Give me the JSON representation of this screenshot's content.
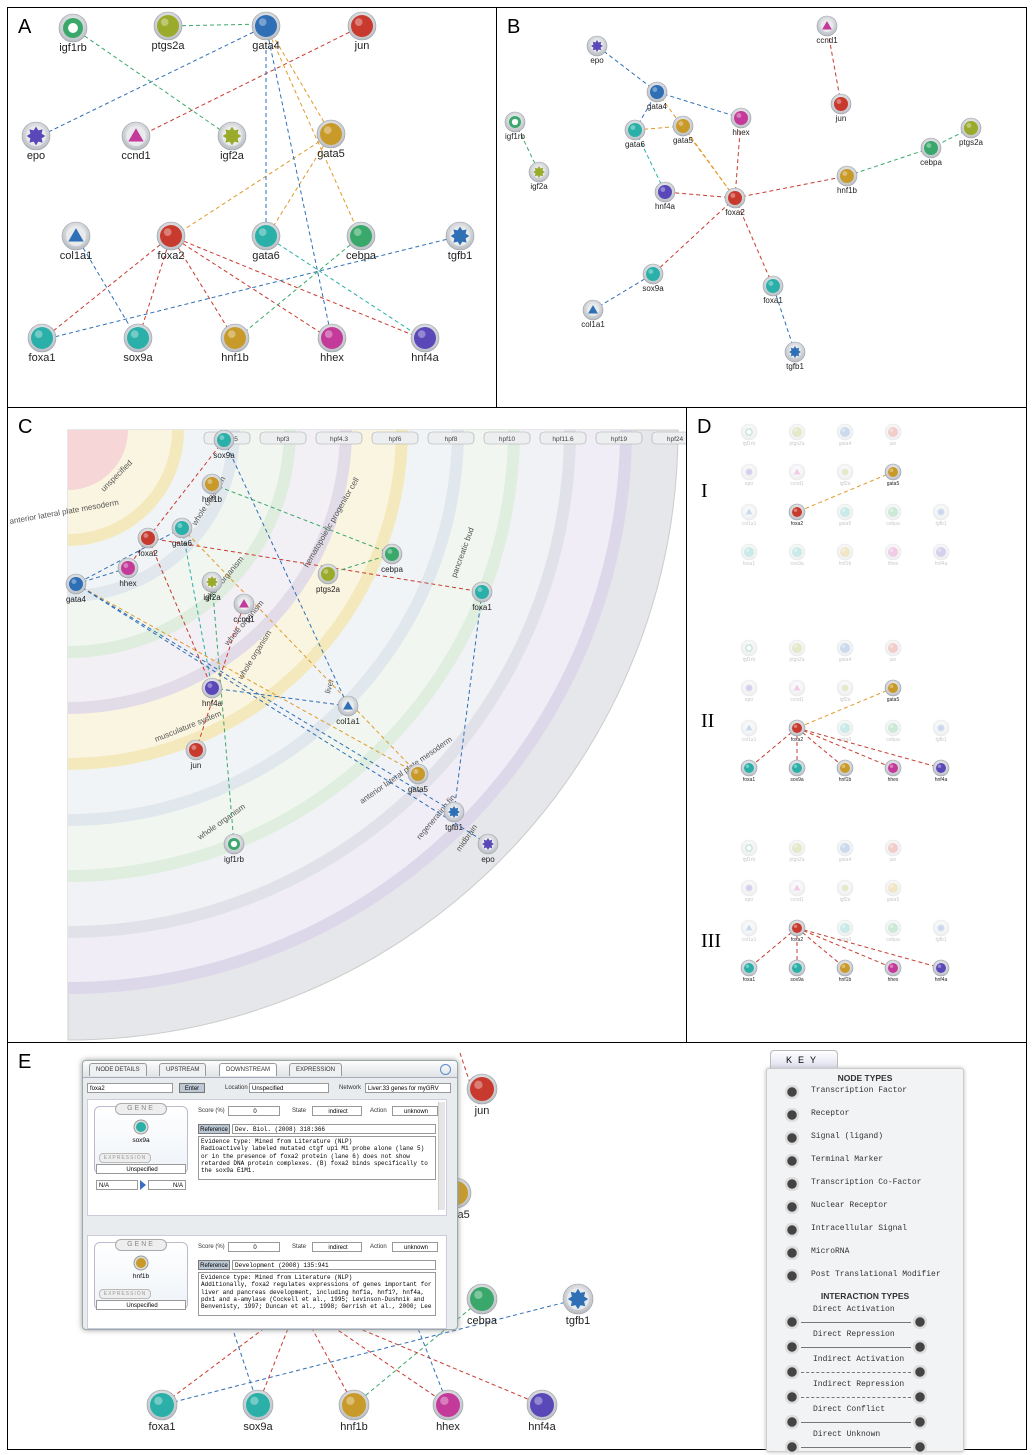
{
  "panels": {
    "a": "A",
    "b": "B",
    "c": "C",
    "d": "D",
    "e": "E"
  },
  "genes": {
    "igf1rb": "igf1rb",
    "ptgs2a": "ptgs2a",
    "gata4": "gata4",
    "jun": "jun",
    "epo": "epo",
    "ccnd1": "ccnd1",
    "igf2a": "igf2a",
    "gata5": "gata5",
    "col1a1": "col1a1",
    "foxa2": "foxa2",
    "gata6": "gata6",
    "cebpa": "cebpa",
    "tgfb1": "tgfb1",
    "foxa1": "foxa1",
    "sox9a": "sox9a",
    "hnf1b": "hnf1b",
    "hhex": "hhex",
    "hnf4a": "hnf4a"
  },
  "colors": {
    "red": "#c83a2e",
    "blue": "#2f6fb5",
    "orange": "#e09a2a",
    "teal": "#2ab0a8",
    "green": "#3aa86a",
    "purple": "#5a48b8",
    "magenta": "#c43a9a",
    "olive": "#9aaa2a",
    "gold": "#c89a2a"
  },
  "time_tabs": [
    "hpf1.25",
    "hpf3",
    "hpf4.3",
    "hpf6",
    "hpf8",
    "hpf10",
    "hpf11.6",
    "hpf19",
    "hpf24"
  ],
  "tissues": [
    "unspecified",
    "anterior lateral plate mesoderm",
    "whole organism",
    "whole organism",
    "whole organism",
    "whole organism",
    "hematopoietic progenitor cell",
    "pancreatic bud",
    "liver",
    "musculature system",
    "anterior lateral plate mesoderm",
    "regenerating fin",
    "whole organism",
    "midbrain"
  ],
  "panel_d_labels": [
    "I",
    "II",
    "III"
  ],
  "window": {
    "tabs": [
      "NODE DETAILS",
      "UPSTREAM",
      "DOWNSTREAM",
      "EXPRESSION"
    ],
    "query": "foxa2",
    "enter": "Enter",
    "location_label": "Location",
    "location": "Unspecified",
    "network_label": "Network",
    "network": "Liver:33 genes for myGRV",
    "gene_header": "GENE",
    "expression_header": "EXPRESSION",
    "score_label": "Score (%)",
    "state_label": "State",
    "action_label": "Action",
    "ref_btn": "Reference",
    "entries": [
      {
        "gene": "sox9a",
        "score": "0",
        "state": "indirect",
        "action": "unknown",
        "unspecified": "Unspecified",
        "na1": "N/A",
        "na2": "N/A",
        "reference": "Dev. Biol. (2008) 318:366",
        "evidence": "Evidence type: Mined from Literature (NLP)\nRadioactively labeled mutated ctgf up1 M1 probe alone (lane 5) or in the presence of foxa2 protein (lane 6) does not show retarded DNA protein complexes. (B) foxa2 binds specifically to the sox9a E1M1."
      },
      {
        "gene": "hnf1b",
        "score": "0",
        "state": "indirect",
        "action": "unknown",
        "unspecified": "Unspecified",
        "reference": "Development (2008) 135:941",
        "evidence": "Evidence type: Mined from Literature (NLP)\nAdditionally, foxa2 regulates expressions of genes important for liver and pancreas development, including hnf1a, hnf1?, hnf4a, pdx1 and a-amylase (Cockell et al., 1995; Levinson-Dushnik and Benvenisty, 1997; Duncan et al., 1998; Gerrish et al., 2000; Lee"
      }
    ]
  },
  "key": {
    "tab": "KEY",
    "node_types_title": "NODE TYPES",
    "node_types": [
      "Transcription Factor",
      "Receptor",
      "Signal (ligand)",
      "Terminal Marker",
      "Transcription Co-Factor",
      "Nuclear Receptor",
      "Intracellular Signal",
      "MicroRNA",
      "Post Translational Modifier"
    ],
    "interaction_title": "INTERACTION TYPES",
    "interactions": [
      "Direct Activation",
      "Direct Repression",
      "Indirect Activation",
      "Indirect Repression",
      "Direct Conflict",
      "Direct Unknown"
    ]
  }
}
